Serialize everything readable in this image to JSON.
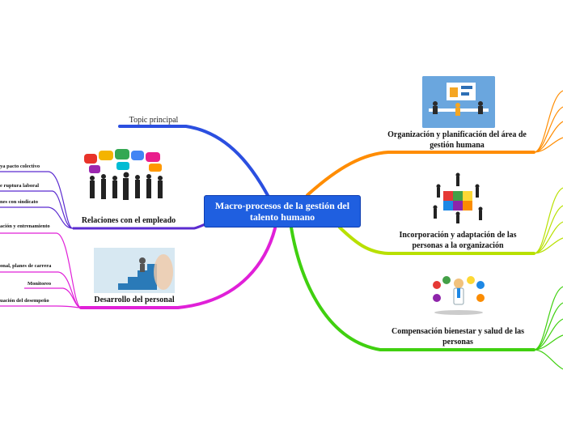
{
  "central_topic": "Macro-procesos de la gestión del talento humano",
  "nodes": {
    "topic_principal": "Topic principal",
    "relaciones": "Relaciones con el empleado",
    "desarrollo": "Desarrollo del personal",
    "organizacion": "Organización y planificación del área de gestión humana",
    "incorporacion": "Incorporación y adaptación de las personas a la organización",
    "compensacion": "Compensación bienestar y salud de las personas"
  },
  "relaciones_items": [
    "ya pacto colectivo",
    "e ruptura laboral",
    "nes con sindicato"
  ],
  "desarrollo_items": [
    "ación y entrenamiento",
    "onal, planes de carrera",
    "Monitoreo",
    "uación del desempeño"
  ],
  "colors": {
    "central": "#1f5fe0",
    "topic_principal_branch": "#2b4fe0",
    "relaciones_branch": "#5b2bd0",
    "desarrollo_branch": "#e020d8",
    "organizacion_branch": "#ff8c00",
    "incorporacion_branch": "#b8e000",
    "compensacion_branch": "#40d010"
  }
}
